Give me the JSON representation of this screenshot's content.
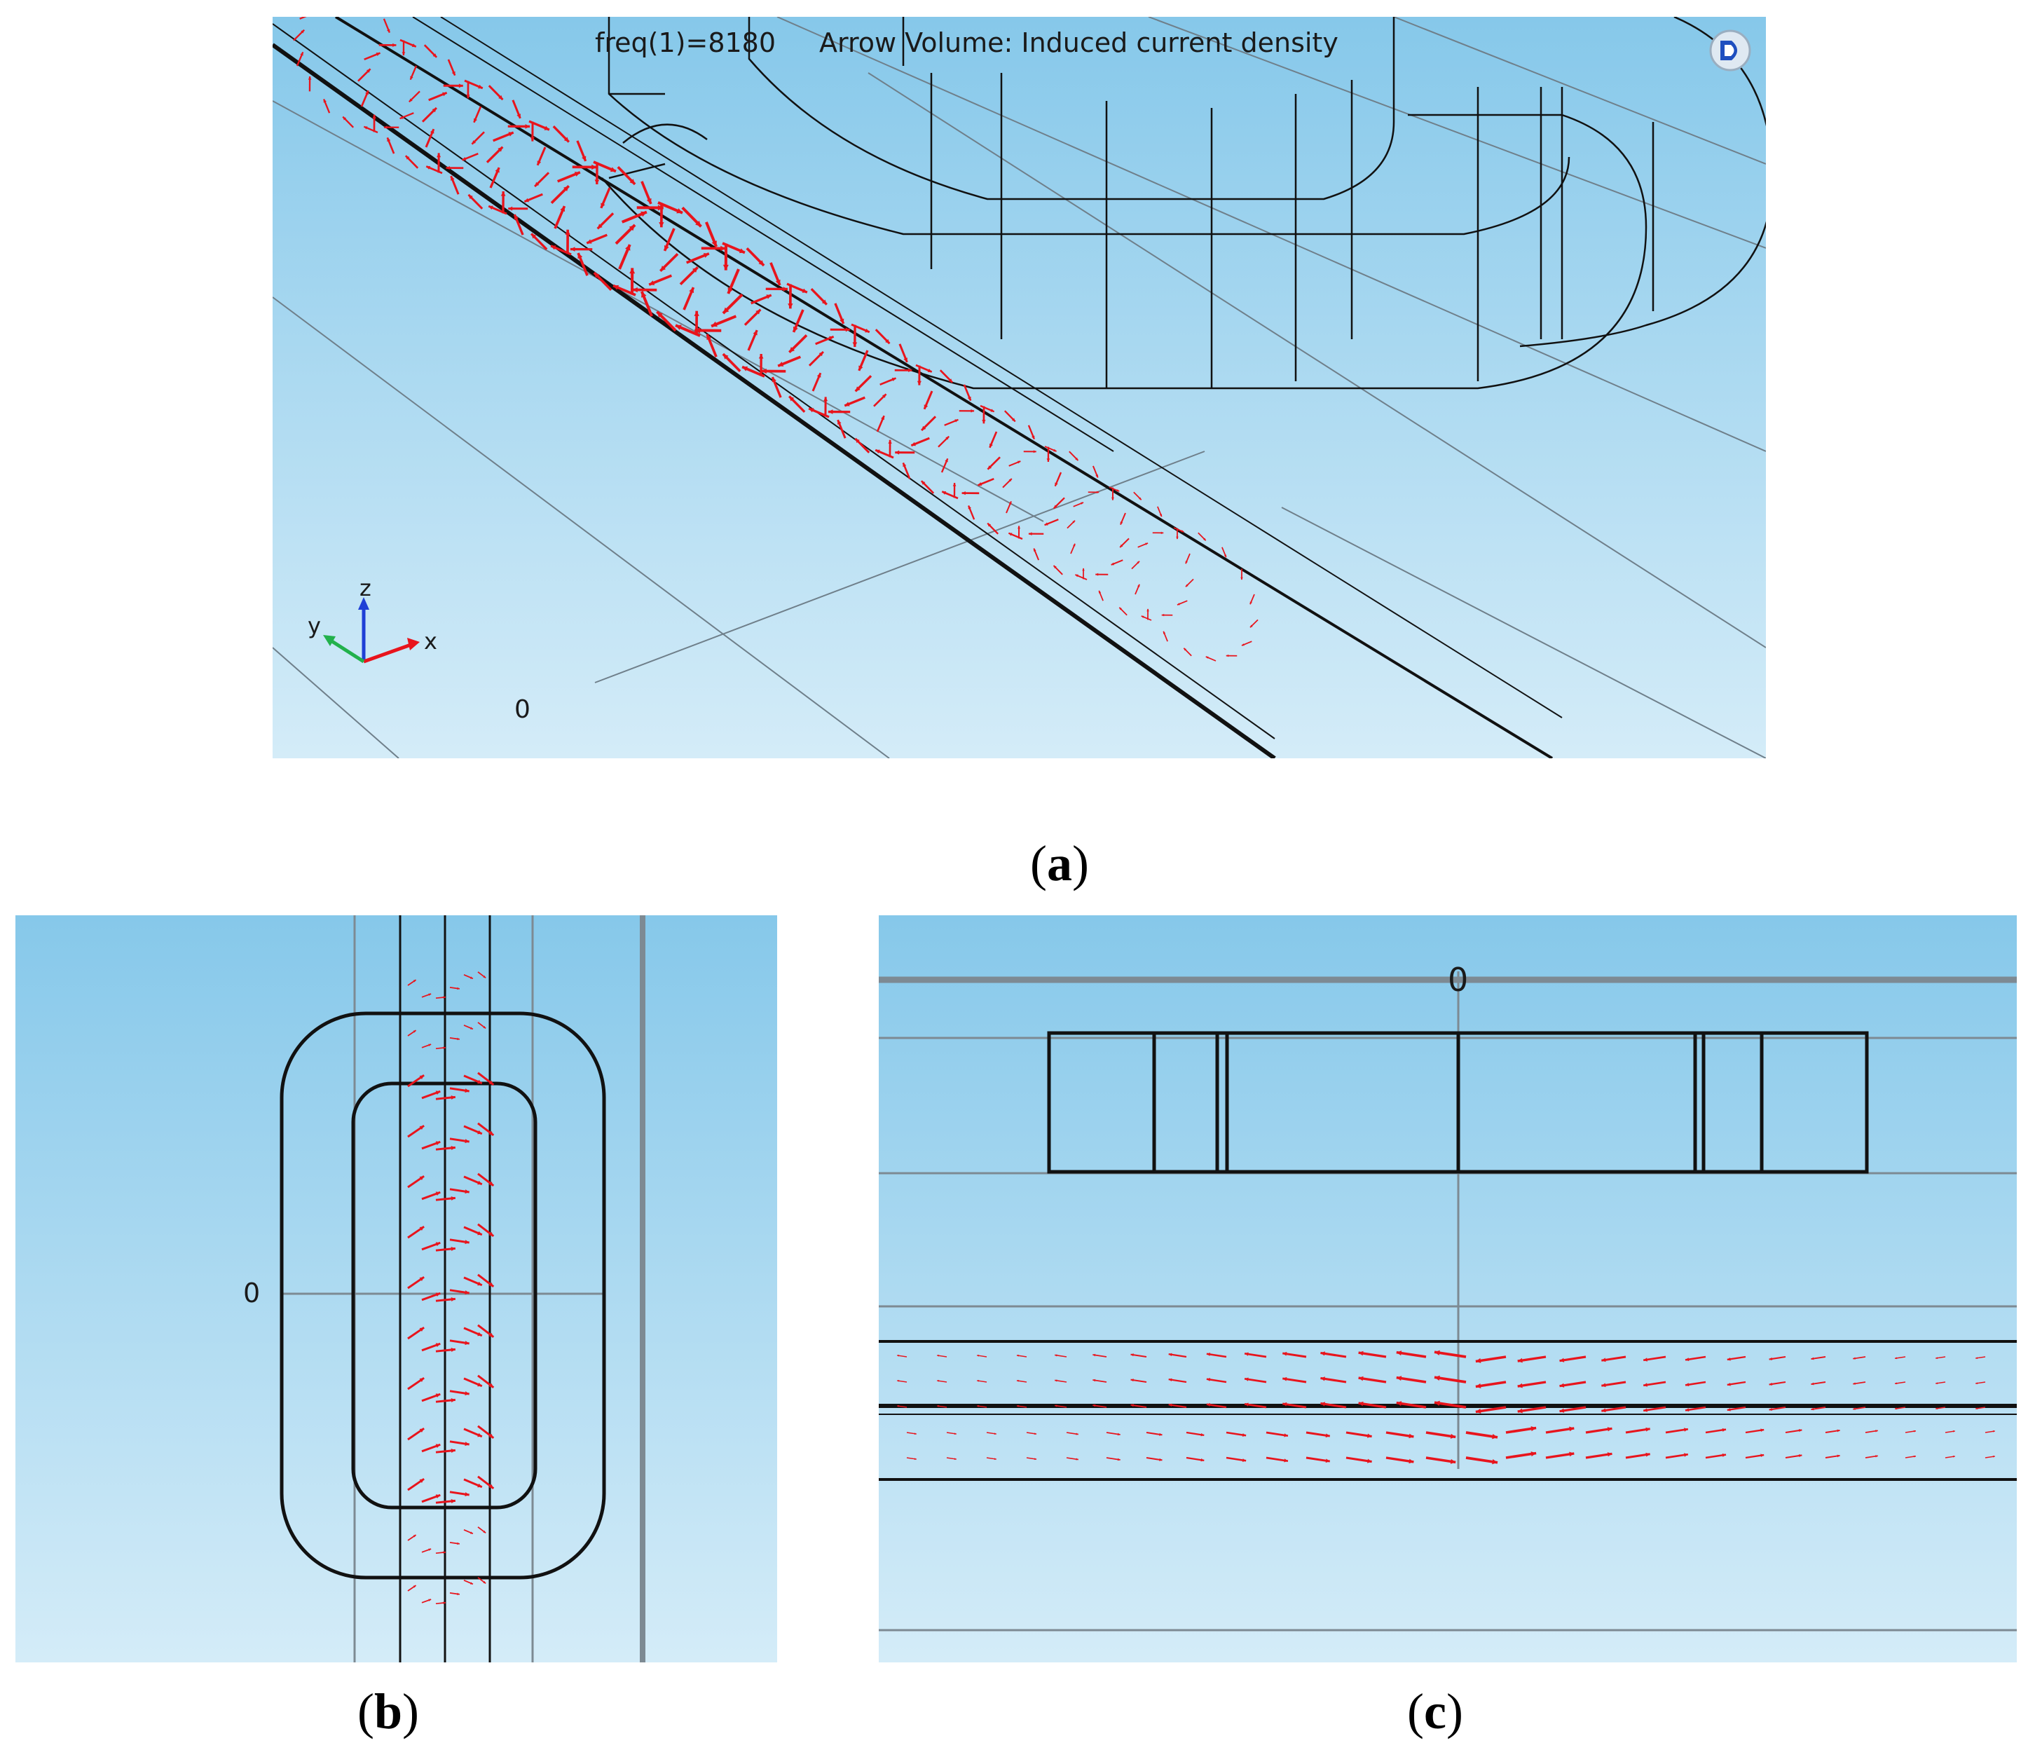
{
  "panel_a": {
    "header_freq": "freq(1)=8180",
    "header_title": "Arrow Volume: Induced current density",
    "origin_label": "0",
    "axis_labels": {
      "x": "x",
      "y": "y",
      "z": "z"
    },
    "caption_letter": "a"
  },
  "panel_b": {
    "origin_label": "0",
    "caption_letter": "b"
  },
  "panel_c": {
    "origin_label": "0",
    "caption_letter": "c"
  },
  "colors": {
    "background_top": "#86c8ea",
    "background_bottom": "#d4ecf8",
    "edges": "#111111",
    "grid": "#6f7f8a",
    "arrows": "#e8141c",
    "axis_x": "#e8141c",
    "axis_y": "#22b14c",
    "axis_z": "#1f3fd6"
  }
}
